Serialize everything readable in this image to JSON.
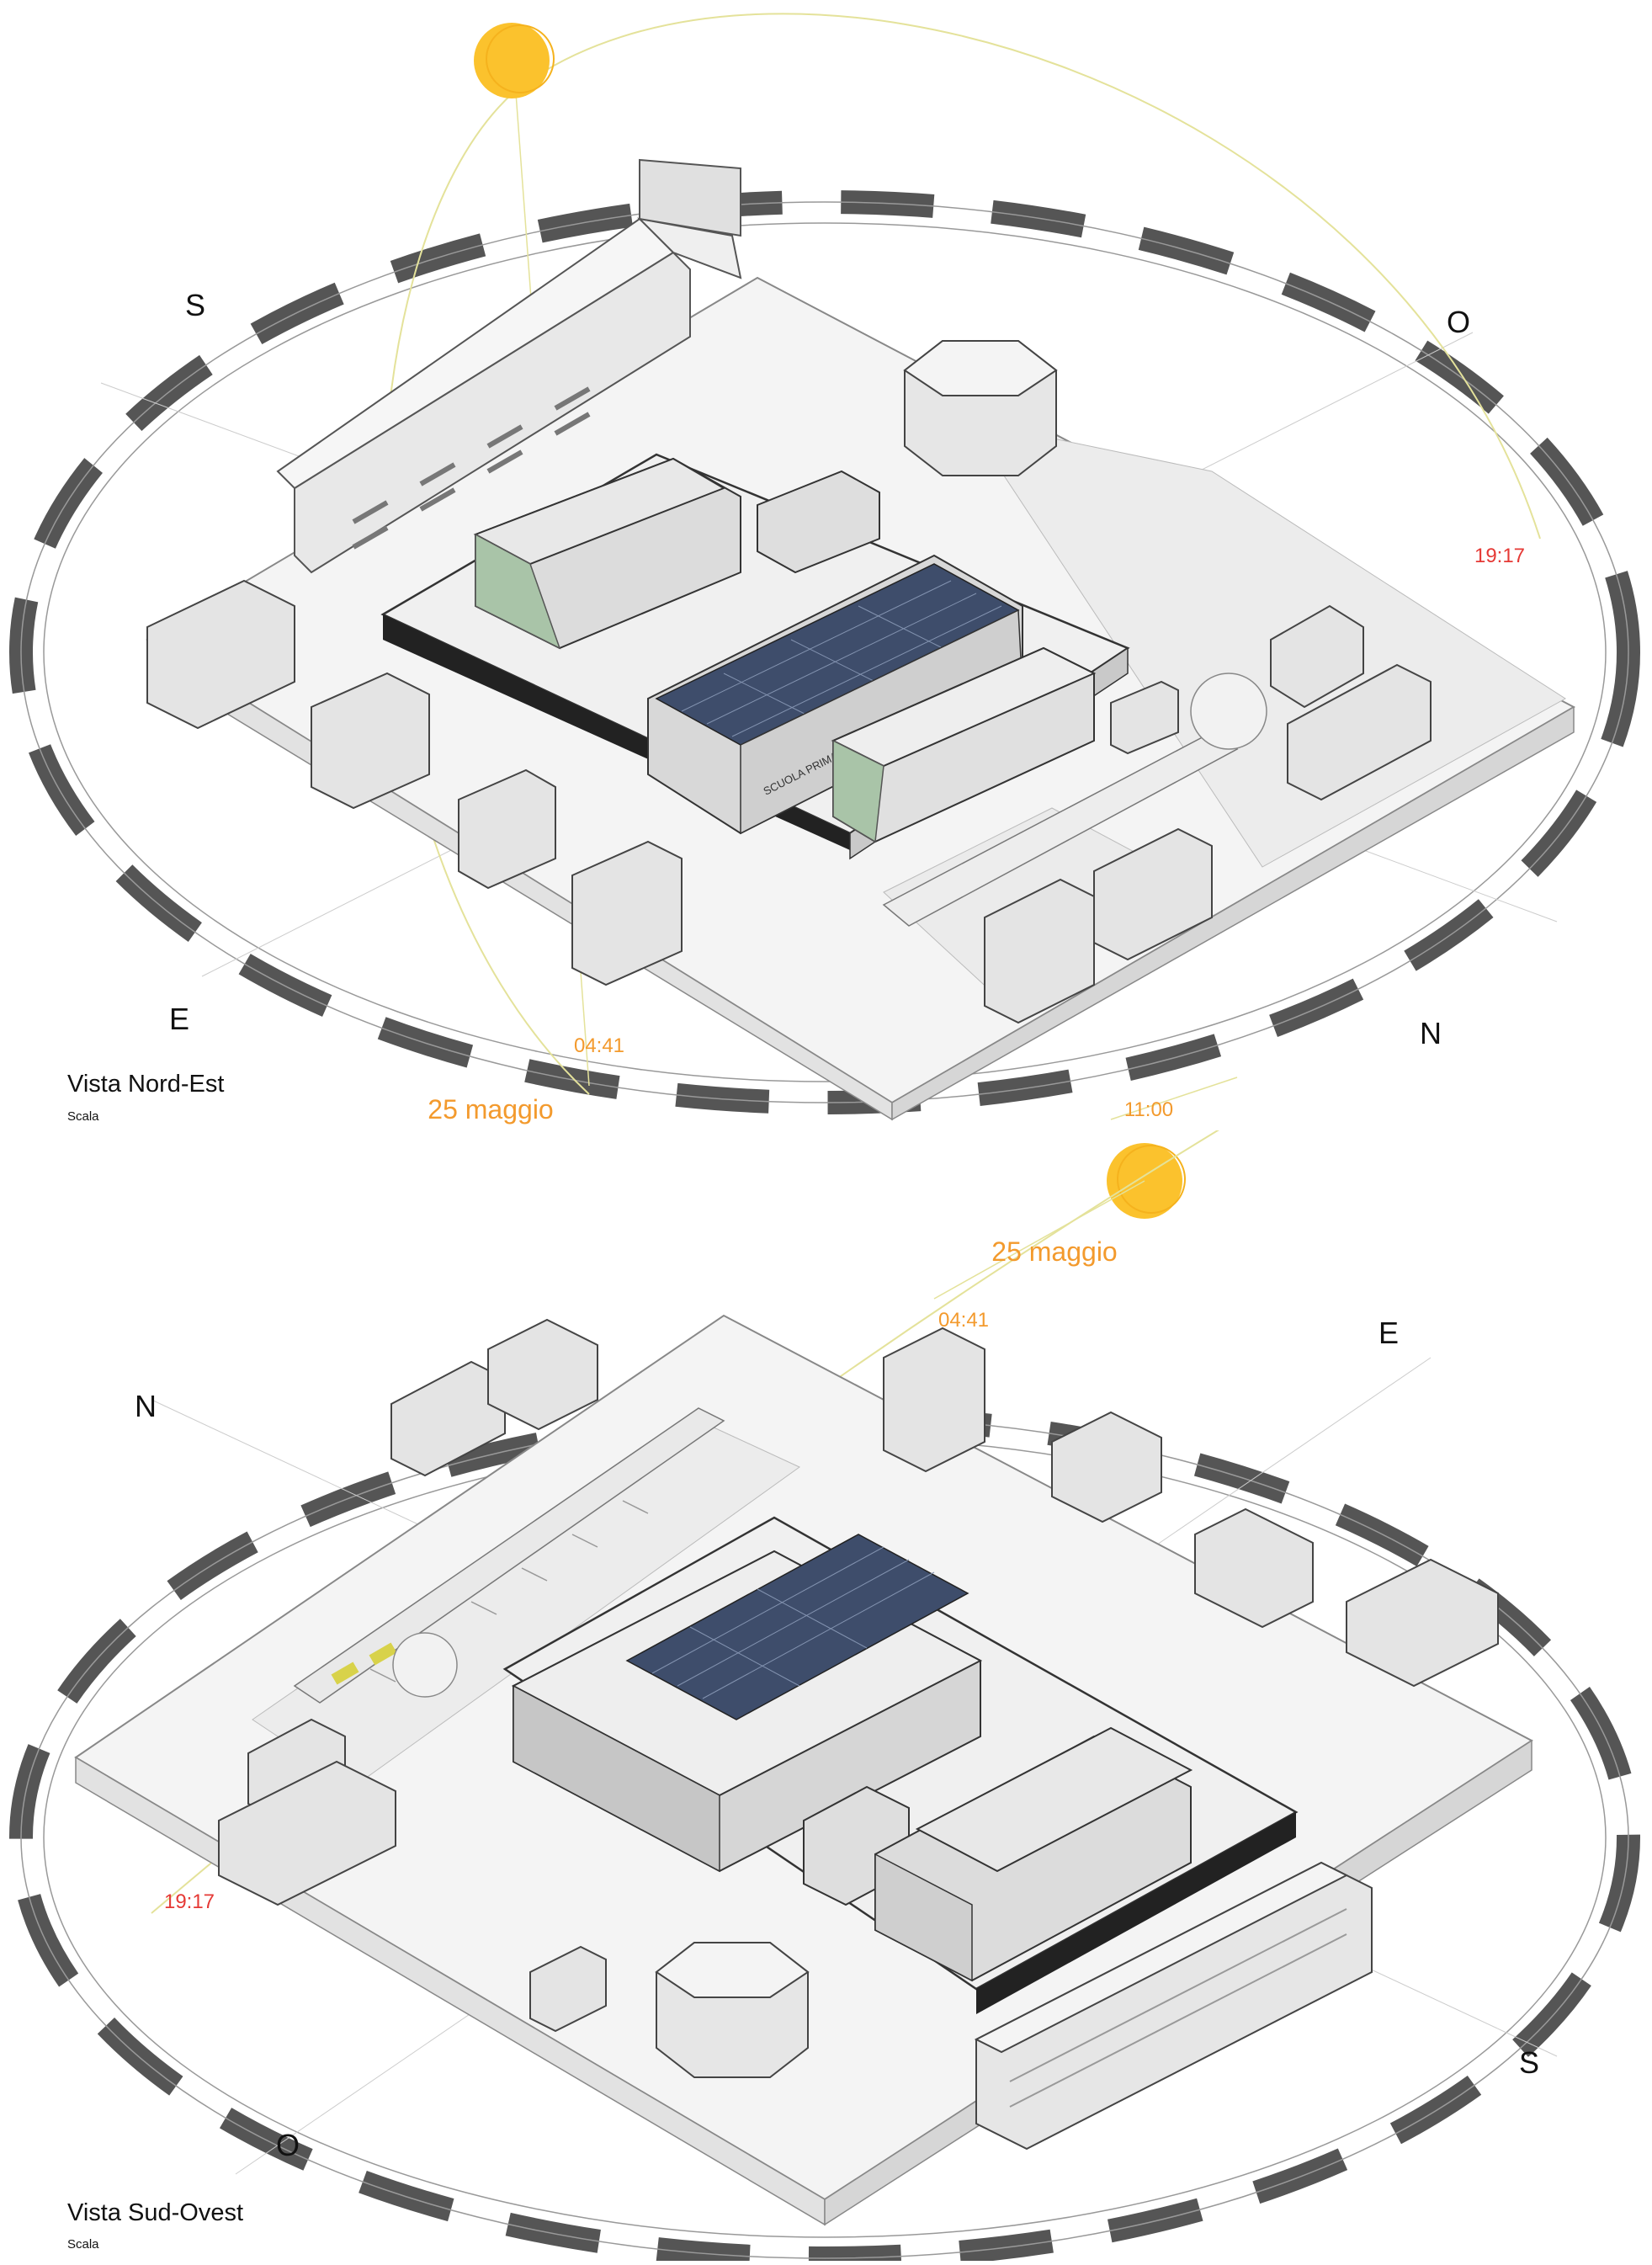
{
  "views": [
    {
      "title": "Vista Nord-Est",
      "scale_label": "Scala",
      "compass": {
        "top": "S",
        "right": "O",
        "bottom_left": "E",
        "bottom_right": "N"
      },
      "sun": {
        "date": "25 maggio",
        "sunrise": "04:41",
        "sunset": "19:17",
        "time": "11:00"
      },
      "building_sign": "SCUOLA PRIMARIA"
    },
    {
      "title": "Vista Sud-Ovest",
      "scale_label": "Scala",
      "compass": {
        "top_left": "N",
        "top_right": "E",
        "bottom_left": "O",
        "bottom_right": "S"
      },
      "sun": {
        "date": "25 maggio",
        "sunrise": "04:41",
        "sunset": "19:17"
      }
    }
  ],
  "colors": {
    "ring_dark": "#555555",
    "ring_light": "#ffffff",
    "sun_fill": "#fbc22d",
    "sun_path": "#e4e29a",
    "label_orange": "#f39a2d",
    "label_red": "#e53935",
    "solar_panel": "#3e4d6b",
    "facade_green": "#a9c4a8"
  }
}
